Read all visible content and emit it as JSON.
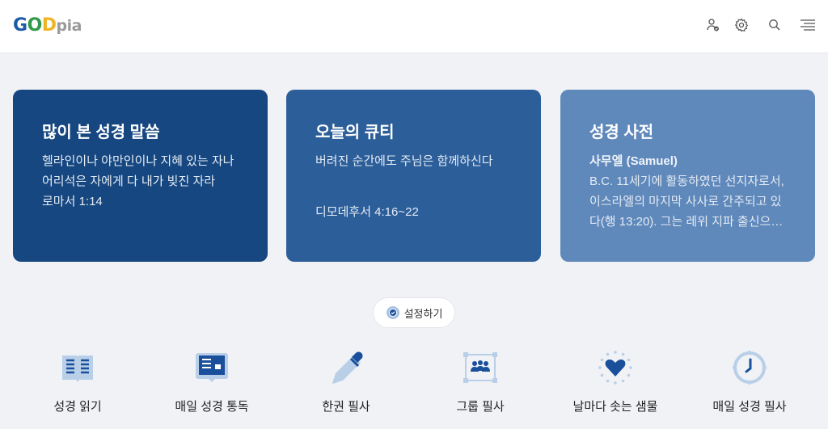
{
  "header": {
    "logo": {
      "g": "G",
      "o": "O",
      "d": "D",
      "pia": "pia"
    },
    "icons": [
      "user-check-icon",
      "gear-icon",
      "search-icon",
      "menu-icon"
    ]
  },
  "cards": [
    {
      "title": "많이 본 성경 말씀",
      "body": "헬라인이나 야만인이나 지혜 있는 자나 어리석은 자에게 다 내가 빚진 자라",
      "ref": "로마서 1:14",
      "color": "#164780"
    },
    {
      "title": "오늘의 큐티",
      "body": "버려진 순간에도 주님은 함께하신다",
      "ref": "디모데후서 4:16~22",
      "color": "#2c5e9a"
    },
    {
      "title": "성경 사전",
      "subtitle": "사무엘 (Samuel)",
      "body": "B.C. 11세기에 활동하였던 선지자로서, 이스라엘의 마지막 사사로 간주되고 있다(행 13:20). 그는 레위 지파 출신으로…",
      "color": "#5f88bb"
    }
  ],
  "settings_button": {
    "label": "설정하기"
  },
  "quick_menu": [
    {
      "label": "성경 읽기",
      "icon": "open-book-icon"
    },
    {
      "label": "매일 성경 통독",
      "icon": "daily-reading-icon"
    },
    {
      "label": "한권 필사",
      "icon": "pencil-icon"
    },
    {
      "label": "그룹 필사",
      "icon": "group-icon"
    },
    {
      "label": "날마다 솟는 샘물",
      "icon": "heart-icon"
    },
    {
      "label": "매일 성경 필사",
      "icon": "clock-icon"
    }
  ],
  "colors": {
    "accent_dark": "#164780",
    "accent_mid": "#2c5e9a",
    "accent_light": "#5f88bb",
    "icon_blue": "#1a4f9c",
    "icon_light": "#b9cfe8"
  }
}
